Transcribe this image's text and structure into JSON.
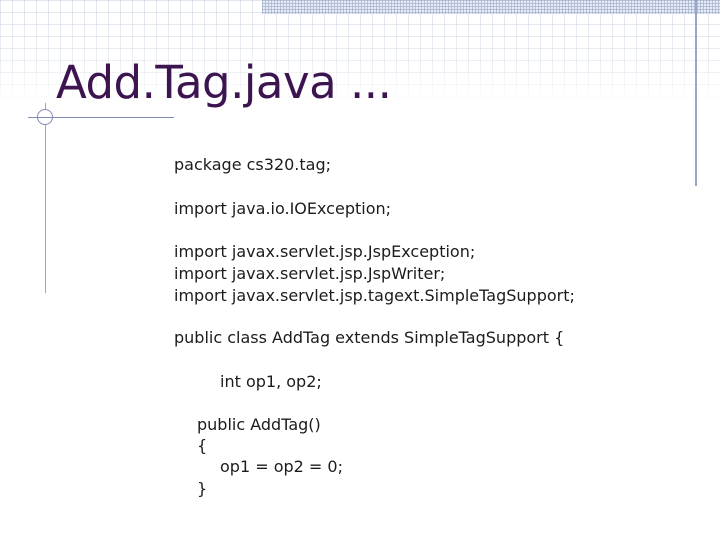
{
  "slide": {
    "title": "Add.Tag.java ...",
    "code_lines": [
      "package cs320.tag;",
      "import java.io.IOException;",
      "import javax.servlet.jsp.JspException;",
      "import javax.servlet.jsp.JspWriter;",
      "import javax.servlet.jsp.tagext.SimpleTagSupport;",
      "public class AddTag extends SimpleTagSupport {",
      "int op1, op2;",
      "public AddTag()",
      "{",
      "op1 = op2 = 0;",
      "}"
    ]
  },
  "colors": {
    "title": "#3c1450",
    "text": "#1c1c1c",
    "accent_lines": "#7f8cb4"
  }
}
